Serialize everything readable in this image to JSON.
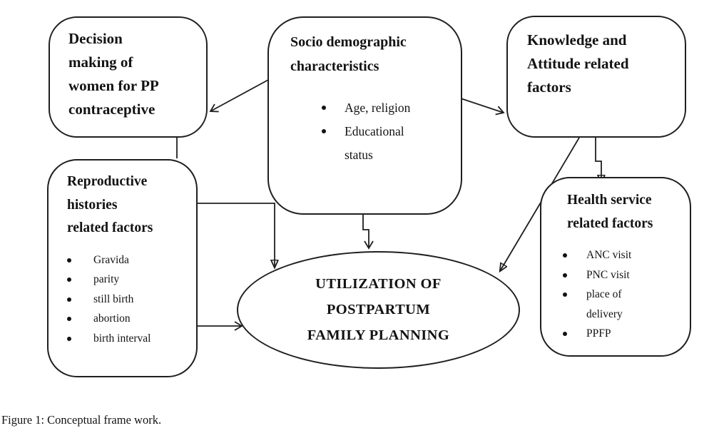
{
  "figure_caption": "Figure 1: Conceptual frame work.",
  "colors": {
    "ink": "#131313",
    "line": "#1f1f1f",
    "background": "#ffffff"
  },
  "diagram": {
    "boxes": {
      "decision": {
        "lines": [
          "Decision",
          "making of",
          "women for PP",
          "contraceptive"
        ]
      },
      "socio": {
        "title_lines": [
          "Socio demographic",
          "characteristics"
        ],
        "items": [
          "Age, religion",
          "Educational status"
        ]
      },
      "knowledge": {
        "lines": [
          "Knowledge and",
          "Attitude related",
          "factors"
        ]
      },
      "repro": {
        "title_lines": [
          "Reproductive",
          "histories",
          "related factors"
        ],
        "items": [
          "Gravida",
          "parity",
          "still birth",
          "abortion",
          "birth interval"
        ]
      },
      "health": {
        "title_lines": [
          "Health service",
          "related factors"
        ],
        "items": [
          "ANC visit",
          "PNC visit",
          "place of delivery",
          "PPFP"
        ]
      },
      "outcome": {
        "lines": [
          "UTILIZATION OF",
          "POSTPARTUM",
          "FAMILY PLANNING"
        ]
      }
    }
  }
}
